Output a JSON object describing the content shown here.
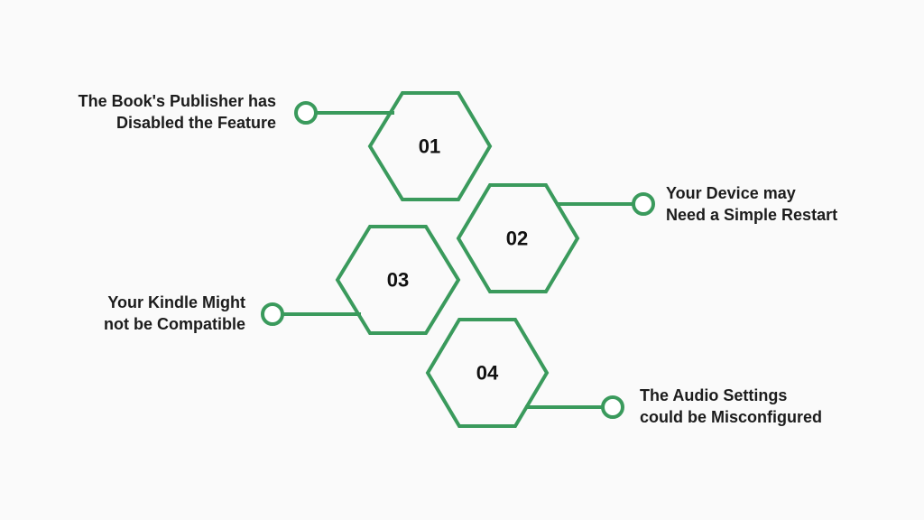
{
  "colors": {
    "accent": "#3a9a5c",
    "background": "#fafafa",
    "text": "#1c1c1c"
  },
  "steps": [
    {
      "number": "01",
      "lines": [
        "The Book's Publisher has",
        "Disabled the Feature"
      ]
    },
    {
      "number": "02",
      "lines": [
        "Your Device may",
        "Need a Simple Restart"
      ]
    },
    {
      "number": "03",
      "lines": [
        "Your Kindle Might",
        "not be Compatible"
      ]
    },
    {
      "number": "04",
      "lines": [
        "The Audio Settings",
        "could be Misconfigured"
      ]
    }
  ]
}
